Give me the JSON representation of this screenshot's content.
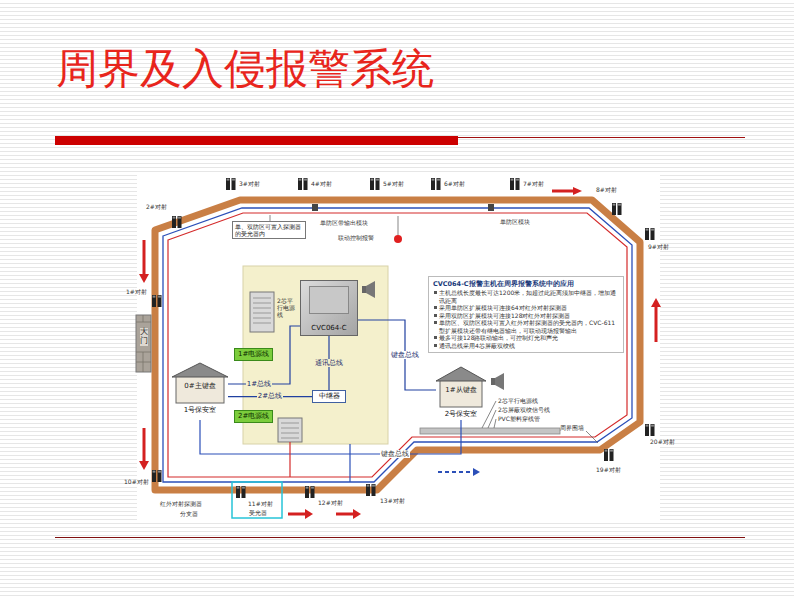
{
  "diagram": {
    "title": "周界及入侵报警系统",
    "nodes": [
      {
        "text": [
          "单、双防区可置入探测器的受光器内"
        ]
      },
      {
        "text": [
          "CVC064-C"
        ]
      },
      {
        "text": [
          "1#电源线"
        ]
      },
      {
        "text": [
          "0#主键盘",
          "1号保安室"
        ]
      },
      {
        "text": [
          "中继器"
        ]
      },
      {
        "text": [
          "2#电源线"
        ]
      },
      {
        "text": [
          "1#从键盘",
          "2号保安室"
        ]
      },
      {
        "text": [
          "CVC064-C报警主机在周界报警系统中的应用",
          "主机总线长度最长可达1200米，如超过此距离须加中继器，增加通讯距离",
          "采用单防区扩展模块可连接64对红外对射探测器",
          "采用双防区扩展模块可连接128对红外对射探测器",
          "单防区、双防区模块可置入红外对射探测器的受光器内，CVC-611型扩展模块还带有继电器输出，可联动现场报警输出",
          "最多可接128路联动输出，可控制灯光和声光",
          "通讯总线采用4芯屏蔽双绞线"
        ]
      }
    ],
    "edges": [
      {
        "from": 1,
        "to": 6,
        "label": "键盘总线",
        "arrow": "none"
      },
      {
        "from": 3,
        "to": 1,
        "label": "1#总线",
        "arrow": "none"
      },
      {
        "from": 4,
        "to": 3,
        "label": "2#总线",
        "arrow": "none"
      },
      {
        "from": 1,
        "to": 4,
        "label": "通讯总线",
        "arrow": "none"
      }
    ],
    "labels": [
      "2#对射",
      "3#对射",
      "4#对射",
      "5#对射",
      "6#对射",
      "7#对射",
      "8#对射",
      "9#对射",
      "1#对射",
      "大门",
      "10#对射",
      "11#对射",
      "12#对射",
      "13#对射",
      "19#对射",
      "20#对射",
      "单防区带输出模块",
      "联动控制报警",
      "单防区模块",
      "2芯平行电源线",
      "键盘总线",
      "2芯平行电源线",
      "2芯屏蔽双绞信号线",
      "PVC塑料穿线管",
      "周界围墙",
      "红外对射探测器",
      "分支器",
      "受光器"
    ]
  }
}
